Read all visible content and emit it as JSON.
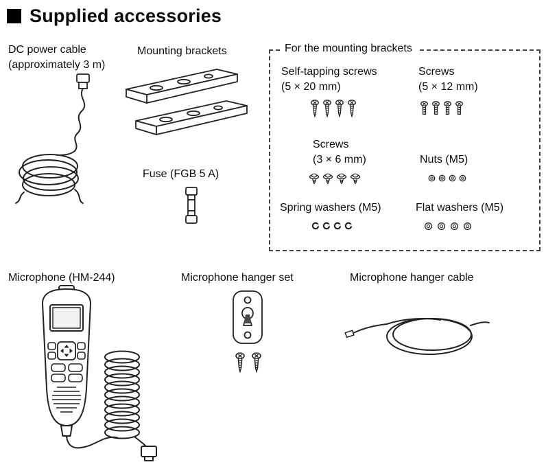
{
  "title": "Supplied accessories",
  "accessories": {
    "dc_cable": {
      "name": "DC power cable",
      "detail": "(approximately 3 m)"
    },
    "mounting_brackets": {
      "name": "Mounting brackets"
    },
    "fuse": {
      "name": "Fuse (FGB 5 A)"
    },
    "microphone": {
      "name": "Microphone (HM-244)"
    },
    "hanger_set": {
      "name": "Microphone hanger set"
    },
    "hanger_cable": {
      "name": "Microphone hanger cable"
    }
  },
  "bracket_box": {
    "title": "For the mounting brackets",
    "items": [
      {
        "name": "Self-tapping screws",
        "size": "(5 × 20 mm)",
        "quantity_shown": 4
      },
      {
        "name": "Screws",
        "size": "(5 × 12 mm)",
        "quantity_shown": 4
      },
      {
        "name": "Screws",
        "size": "(3 × 6 mm)",
        "quantity_shown": 4
      },
      {
        "name": "Nuts (M5)",
        "size": "",
        "quantity_shown": 4
      },
      {
        "name": "Spring washers (M5)",
        "size": "",
        "quantity_shown": 4
      },
      {
        "name": "Flat washers (M5)",
        "size": "",
        "quantity_shown": 4
      }
    ]
  }
}
